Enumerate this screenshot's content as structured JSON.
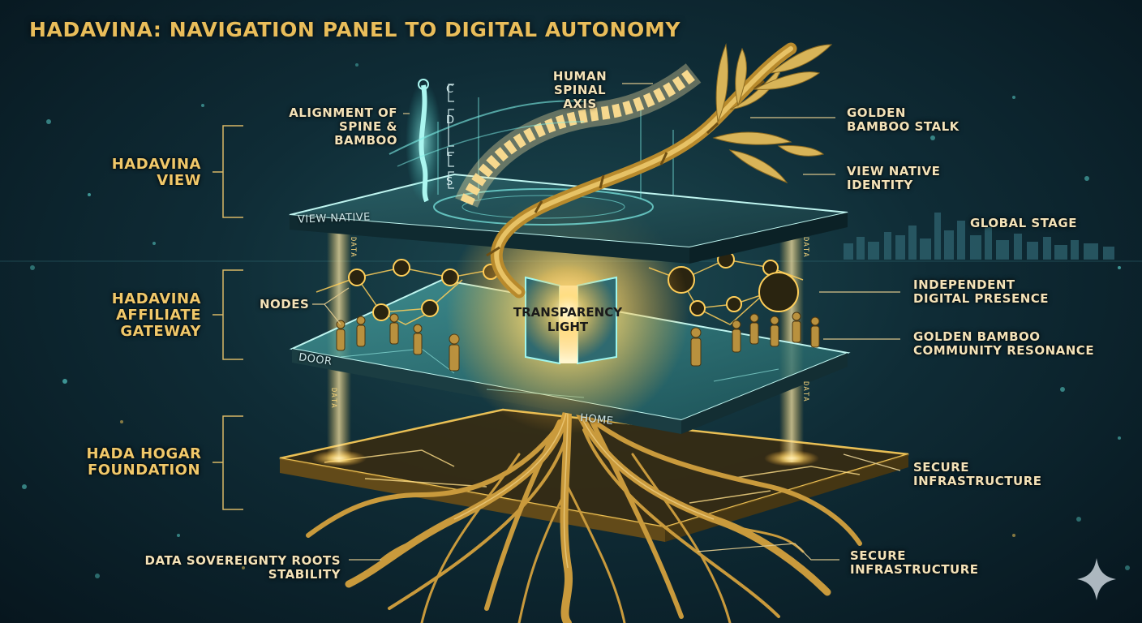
{
  "title": "HADAVINA: NAVIGATION PANEL TO DIGITAL AUTONOMY",
  "sections": {
    "view": "HADAVINA\nVIEW",
    "gateway": "HADAVINA\nAFFILIATE\nGATEWAY",
    "foundation": "HADA HOGAR\nFOUNDATION"
  },
  "labels": {
    "alignment": "ALIGNMENT OF\nSPINE & BAMBOO",
    "spinal_axis": "HUMAN\nSPINAL AXIS",
    "bamboo_stalk": "GOLDEN\nBAMBOO STALK",
    "native_identity": "VIEW NATIVE\nIDENTITY",
    "global_stage": "GLOBAL STAGE",
    "nodes": "NODES",
    "transparency": "TRANSPARENCY\nLIGHT",
    "digital_presence": "INDEPENDENT\nDIGITAL PRESENCE",
    "community": "GOLDEN BAMBOO\nCOMMUNITY RESONANCE",
    "secure_infra_1": "SECURE\nINFRASTRUCTURE",
    "secure_infra_2": "SECURE\nINFRASTRUCTURE",
    "roots": "DATA SOVEREIGNTY ROOTS\nSTABILITY"
  },
  "plates": {
    "top": "VIEW NATIVE",
    "middle": "DOOR",
    "bottom": "HOME"
  },
  "spine_regions": [
    "C",
    "D",
    "L",
    "S"
  ],
  "data_tag": "DATA",
  "colors": {
    "gold": "#f0c86a",
    "teal": "#5fe0d8",
    "background": "#0f2c36"
  }
}
